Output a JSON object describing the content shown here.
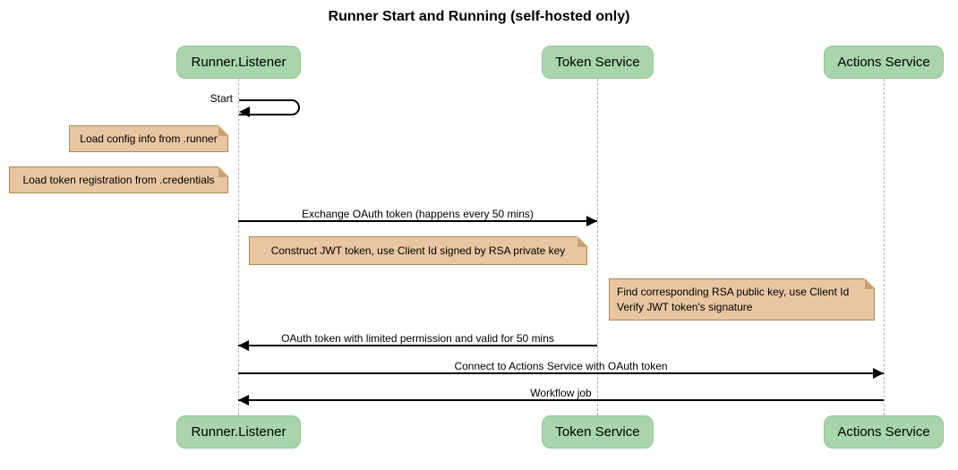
{
  "title": "Runner Start and Running (self-hosted only)",
  "participants": [
    {
      "name": "Runner.Listener"
    },
    {
      "name": "Token Service"
    },
    {
      "name": "Actions Service"
    }
  ],
  "messages": {
    "start": {
      "label": "Start",
      "from": "Runner.Listener",
      "to": "Runner.Listener",
      "type": "self"
    },
    "exchange": {
      "label": "Exchange OAuth token (happens every 50 mins)",
      "from": "Runner.Listener",
      "to": "Token Service"
    },
    "oauth_return": {
      "label": "OAuth token with limited permission and valid for 50 mins",
      "from": "Token Service",
      "to": "Runner.Listener"
    },
    "connect": {
      "label": "Connect to Actions Service with OAuth token",
      "from": "Runner.Listener",
      "to": "Actions Service"
    },
    "workflow": {
      "label": "Workflow job",
      "from": "Actions Service",
      "to": "Runner.Listener"
    }
  },
  "notes": {
    "load_config": {
      "text": "Load config info from .runner",
      "position": "left of Runner.Listener"
    },
    "load_credentials": {
      "text": "Load token registration from .credentials",
      "position": "left of Runner.Listener"
    },
    "construct_jwt": {
      "text": "Construct JWT token, use Client Id signed by RSA private key",
      "position": "right of Runner.Listener"
    },
    "verify_jwt": {
      "line1": "Find corresponding RSA public key, use Client Id",
      "line2": "Verify JWT token's signature",
      "position": "left of Actions Service"
    }
  },
  "colors": {
    "bg": "#ffffff",
    "text_color": "#000000",
    "actor_fill": "#a8d5aa",
    "actor_border": "#94c59c",
    "note_fill": "#e9c6a2",
    "note_border": "#a98a56",
    "note_fold": "#c9a272",
    "line_color": "#000000",
    "lifeline_color": "#b0b0b0"
  }
}
